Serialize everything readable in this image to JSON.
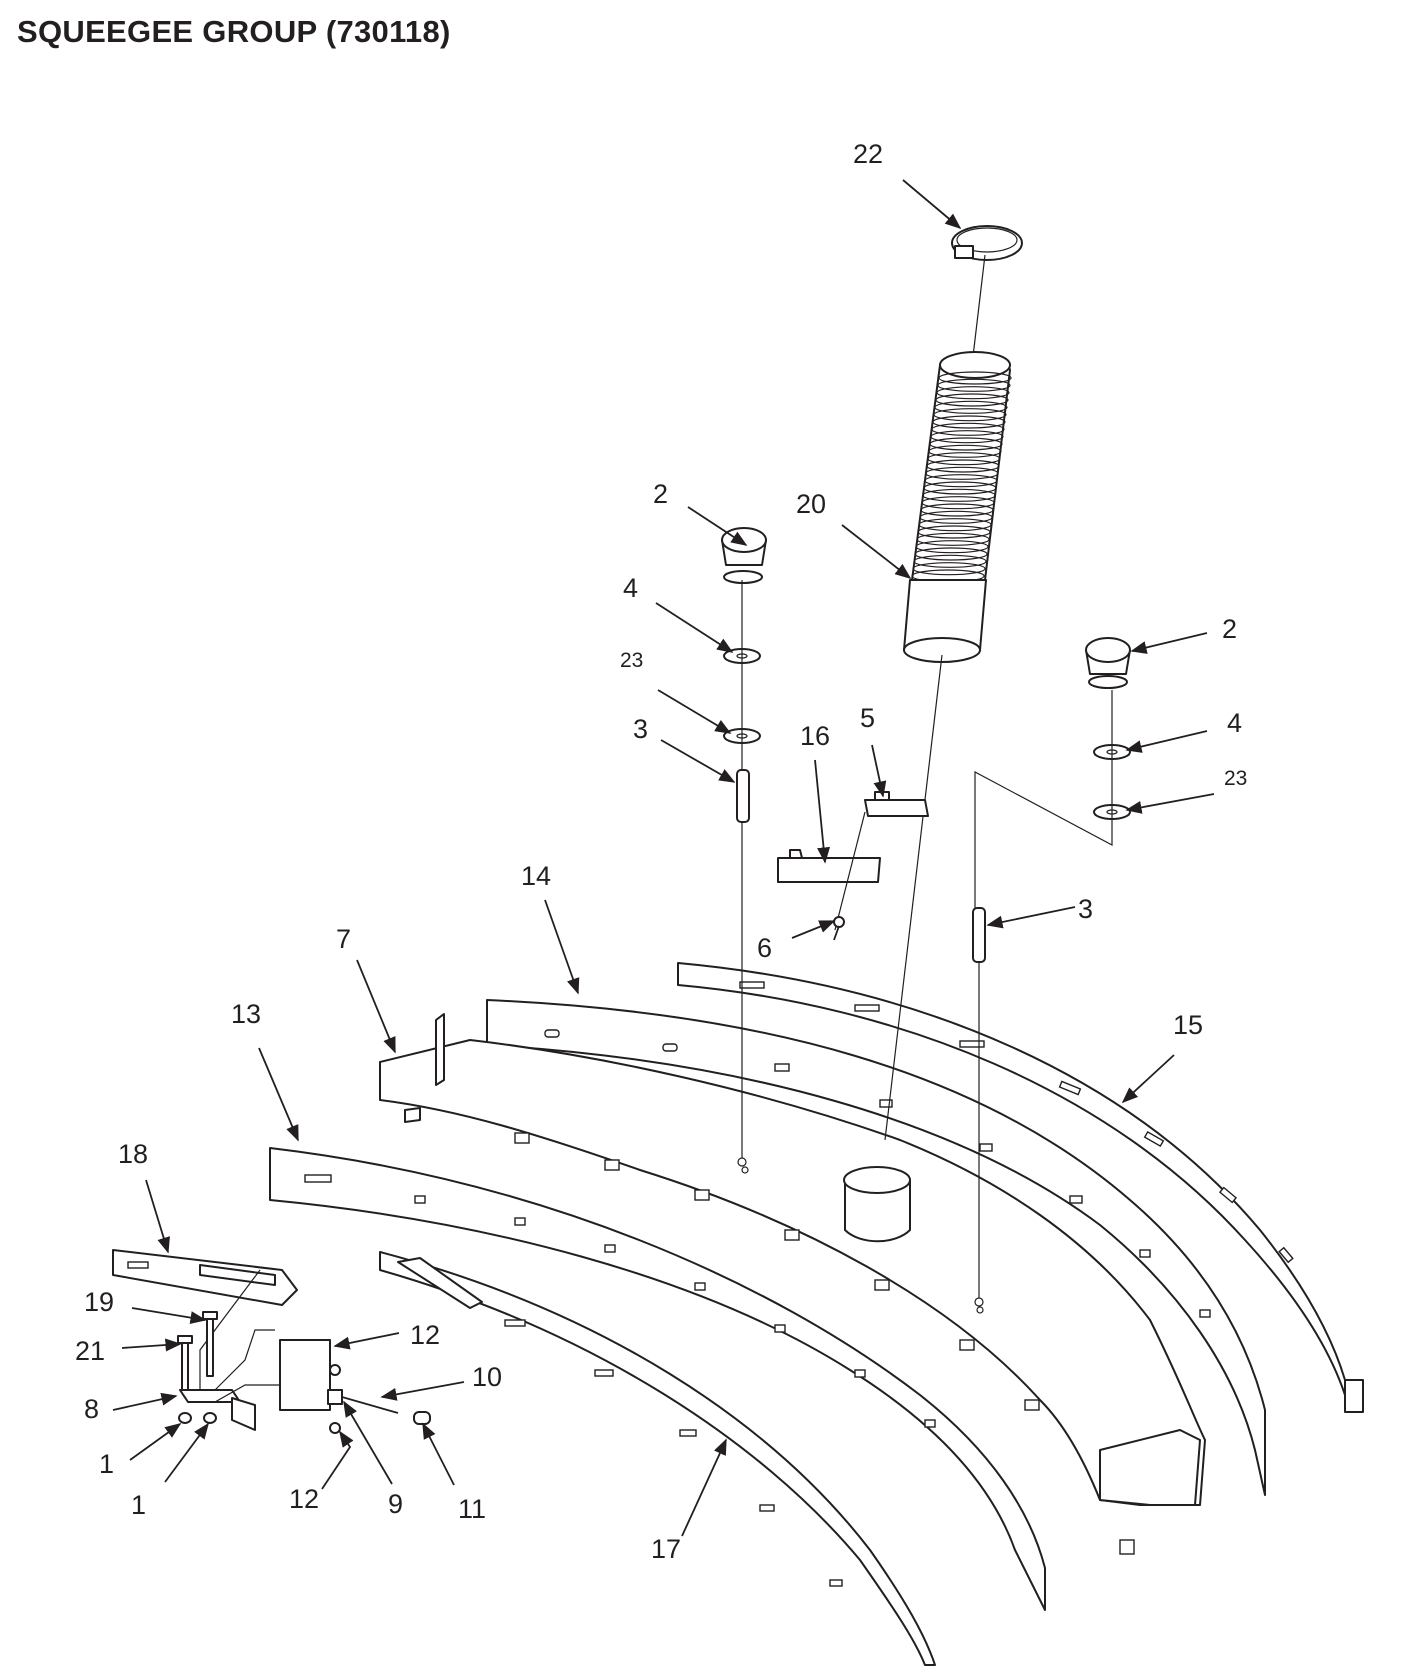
{
  "title": "SQUEEGEE GROUP (730118)",
  "callouts": [
    "22",
    "2",
    "20",
    "4",
    "23",
    "3",
    "2",
    "16",
    "5",
    "4",
    "23",
    "14",
    "6",
    "3",
    "7",
    "15",
    "13",
    "18",
    "19",
    "12",
    "21",
    "10",
    "8",
    "1",
    "1",
    "12",
    "9",
    "11",
    "17"
  ]
}
